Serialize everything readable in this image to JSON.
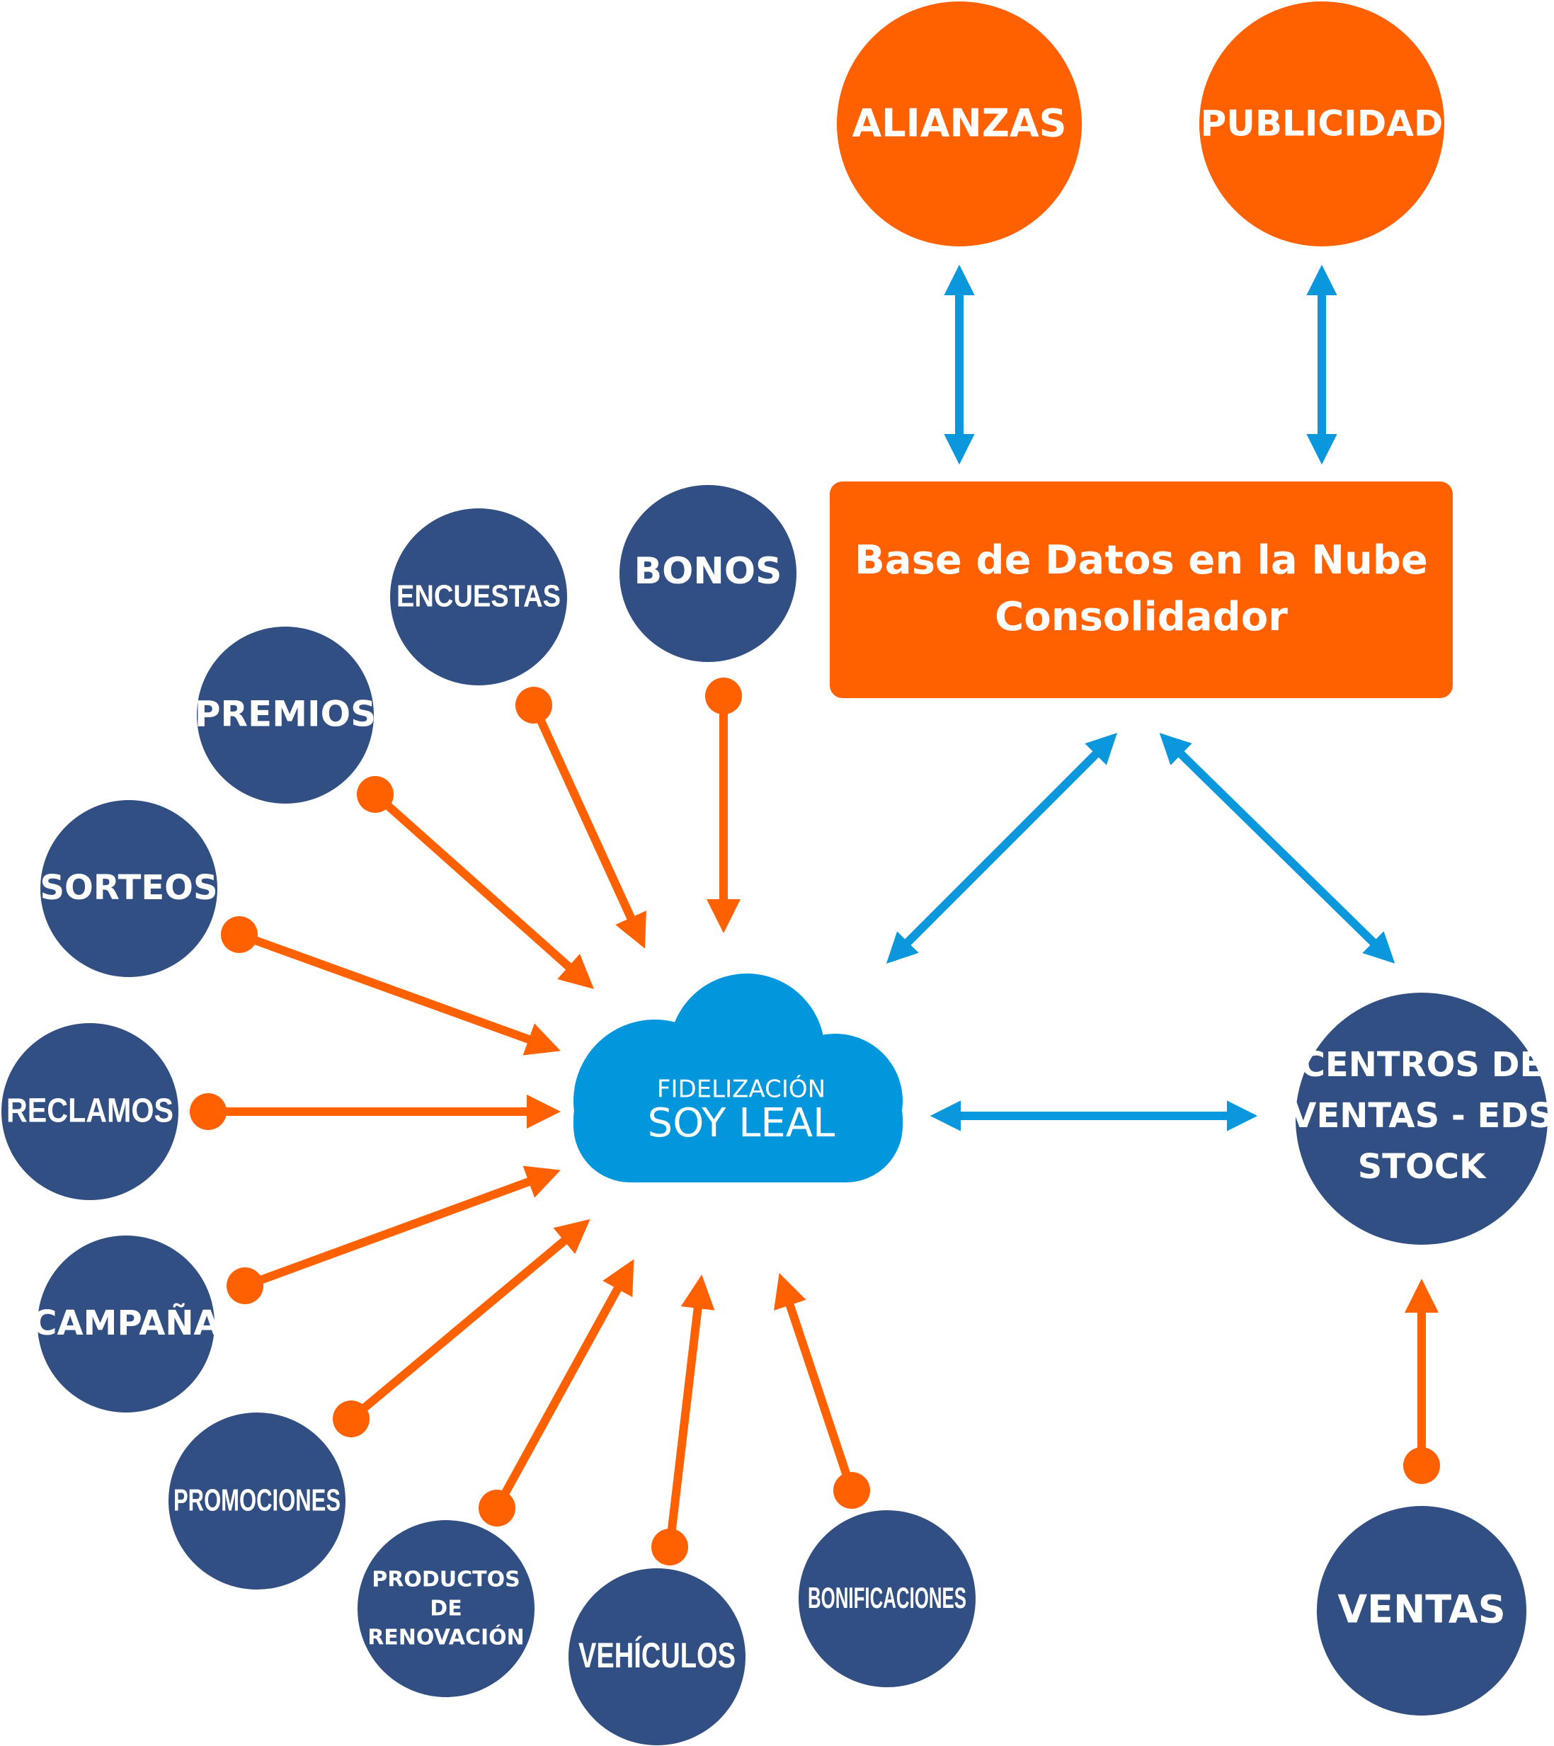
{
  "colors": {
    "orange": "#ff6000",
    "navy": "#324f83",
    "blue_arrow": "#0a97dc",
    "cloud": "#0297dc",
    "text": "#ffffff"
  },
  "top_nodes": {
    "alianzas": "ALIANZAS",
    "publicidad": "PUBLICIDAD"
  },
  "database": {
    "line1": "Base de Datos en la Nube",
    "line2": "Consolidador"
  },
  "cloud": {
    "line1": "FIDELIZACIÓN",
    "line2": "SOY LEAL"
  },
  "modules": {
    "bonos": "BONOS",
    "encuestas": "ENCUESTAS",
    "premios": "PREMIOS",
    "sorteos": "SORTEOS",
    "reclamos": "RECLAMOS",
    "campana": "CAMPAÑA",
    "promociones": "PROMOCIONES",
    "productos_line1": "PRODUCTOS",
    "productos_line2": "DE",
    "productos_line3": "RENOVACIÓN",
    "vehiculos": "VEHÍCULOS",
    "bonificaciones": "BONIFICACIONES"
  },
  "centros": {
    "line1": "CENTROS DE",
    "line2": "VENTAS - EDS",
    "line3": "STOCK"
  },
  "ventas": "VENTAS"
}
